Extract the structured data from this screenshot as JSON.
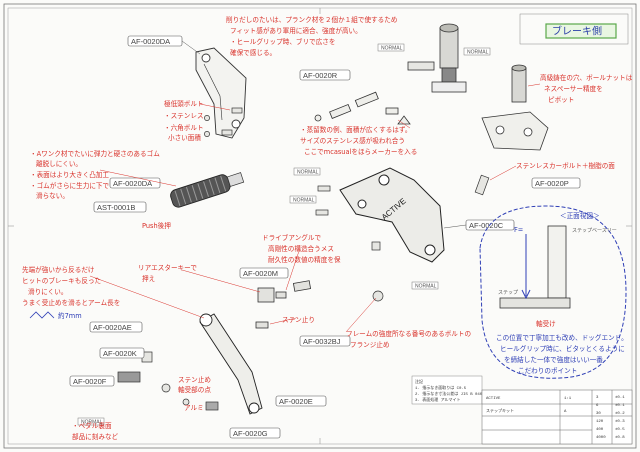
{
  "title_stamp": "ブレーキ側",
  "part_labels": {
    "heel_plate": "AF-0020DA",
    "pedal_joint": "AF-0020R",
    "footpeg": "AF-0020DA",
    "rubber_ref": "AST-0001B",
    "master_bracket": "AF-0020P",
    "main_plate": "AF-0020C",
    "pedal_upper": "AF-0020M",
    "clevis": "AF-0032BJ",
    "arm_ae": "AF-0020AE",
    "arm_k": "AF-0020K",
    "arm_f": "AF-0020F",
    "pedal_lower": "AF-0020E",
    "pedal_tip": "AF-0020G"
  },
  "small_labels": {
    "normal1": "NORMAL",
    "normal2": "NORMAL",
    "normal3": "NORMAL",
    "normal4": "NORMAL",
    "normal5": "NORMAL",
    "normal6": "NORMAL"
  },
  "annotations": {
    "heel_1": "削りだしのたいは、プランク材を２個か１組で使するため",
    "heel_2": "フィット感があり軍用に適合、強度が高い。",
    "heel_3": "・ヒールグリップ時、ブリで広さを",
    "heel_4": "確保で感じる。",
    "bolt_1": "極低頭ボルト",
    "bolt_2": "・ステンレス",
    "bolt_3": "・六角ボルト",
    "bolt_4": "小さい面積",
    "peg_1": "・Aワンク材でたいに弾力と硬さのあるゴム",
    "peg_2": "離脱しにくい。",
    "peg_3": "・表面はより大きく凸加工",
    "peg_4": "・ゴムがさらに生力に下で",
    "peg_5": "滑らない。",
    "peg_6": "Push後押",
    "center_1": "・蒸留数の例、面積が広くするはず。",
    "center_2": "サイズのステンレス感が吸われ合う",
    "center_3": "ここでmcasualをほらメーカーを入る",
    "right_1": "高級鋳在の穴、ボールナットは",
    "right_2": "ネスペーサー精度を",
    "right_3": "ピボット",
    "right_4": "ステンレスカーボルト＋樹脂の面",
    "pedal_1": "先端が強いから反るだけ",
    "pedal_2": "ヒットのブレーキも反った",
    "pedal_3": "滑りにくい。",
    "pedal_4": "うまく受止めを滑るとアーム長を",
    "pedal_5": "約7mm",
    "mid_1": "リアエスターキーで",
    "mid_2": "押え",
    "dry_1": "ドライブアングルで",
    "dry_2": "高剛性の構造合うメス",
    "dry_3": "耐久性の数値の精度を保",
    "stem_1": "ステン止り",
    "frame_1": "フレームの強度所なる番号のあるボルトの",
    "frame_2": "フランジ止め",
    "bottom_1": "ステン止め",
    "bottom_2": "軸受部の点",
    "bottom_3": "アルミ",
    "bottom_4": "・ペダル裏面",
    "bottom_5": "部品に刻みなど",
    "box_1": "この位置で丁寧加工も改め、ドッグエンド。",
    "box_2": "ヒールグリップ時に、ビタッとくるように",
    "box_3": "を締結した一体で強度はいい一番",
    "box_4": "こだわりのポイント"
  },
  "detail_box": {
    "title": "＜正面視図＞",
    "label_a": "ステップベースリー",
    "label_b": "ステップ",
    "label_c": "F=",
    "label_d": "軸受け"
  },
  "title_block": {
    "company": "ACTIVE",
    "drawing_name": "ステップキット",
    "scale": "1:1",
    "cells": [
      "3",
      "6",
      "30",
      "120",
      "400",
      "4000",
      "±0.1",
      "±0.1",
      "±0.2",
      "±0.3",
      "±0.5",
      "±0.8"
    ],
    "rev": "A"
  },
  "notes_block": {
    "line1": "注記",
    "line2": "1. 指示なき面取りは C0.5",
    "line3": "2. 指示なき寸法公差は JIS B 0405 中級",
    "line4": "3. 表面処理 アルマイト"
  }
}
